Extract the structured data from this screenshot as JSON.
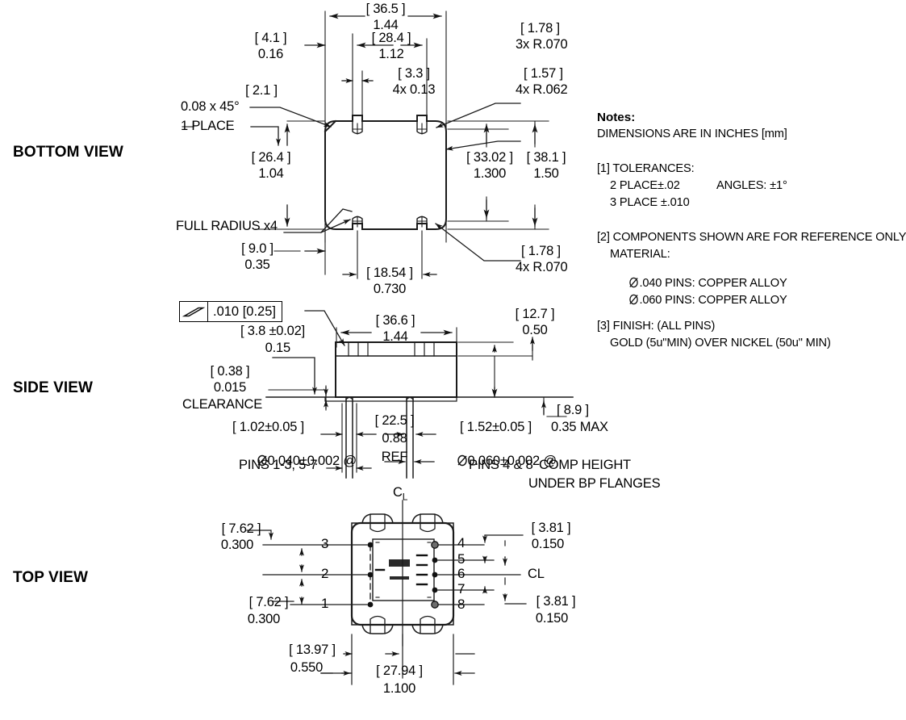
{
  "views": {
    "bottom_label": "BOTTOM VIEW",
    "side_label": "SIDE VIEW",
    "top_label": "TOP VIEW"
  },
  "notes": {
    "header": "Notes:",
    "units": "DIMENSIONS ARE IN INCHES [mm]",
    "n1_title": "[1] TOLERANCES:",
    "n1_a": "2 PLACE±.02",
    "n1_b": "ANGLES: ±1°",
    "n1_c": "3 PLACE ±.010",
    "n2_title": "[2] COMPONENTS SHOWN ARE FOR REFERENCE ONLY",
    "n2_a": "MATERIAL:",
    "n2_b": ".040 PINS: COPPER ALLOY",
    "n2_c": ".060 PINS: COPPER ALLOY",
    "n3_title": "[3] FINISH: (ALL PINS)",
    "n3_a": "GOLD (5u\"MIN) OVER NICKEL (50u\" MIN)"
  },
  "bottom_view": {
    "d_width_mm": "[ 36.5 ]",
    "d_width_in": "1.44",
    "d_inner_mm": "[ 28.4 ]",
    "d_inner_in": "1.12",
    "d_edge_mm": "[ 4.1 ]",
    "d_edge_in": "0.16",
    "d_slot_mm": "[ 3.3 ]",
    "d_slot_in": "4x 0.13",
    "d_cham_mm": "[ 2.1 ]",
    "d_cham_in": "0.08 x 45°",
    "d_cham_note": "1 PLACE",
    "d_r070_mm": "[ 1.78 ]",
    "d_r070_in": "3x R.070",
    "d_r062_mm": "[ 1.57 ]",
    "d_r062_in": "4x R.062",
    "d_h264_mm": "[ 26.4 ]",
    "d_h264_in": "1.04",
    "d_h3302_mm": "[ 33.02 ]",
    "d_h3302_in": "1.300",
    "d_h381_mm": "[ 38.1 ]",
    "d_h381_in": "1.50",
    "d_fullradius": "FULL RADIUS x4",
    "d_90_mm": "[ 9.0 ]",
    "d_90_in": "0.35",
    "d_1854_mm": "[ 18.54 ]",
    "d_1854_in": "0.730",
    "d_r070b_mm": "[ 1.78 ]",
    "d_r070b_in": "4x R.070"
  },
  "side_view": {
    "gdt_symbol": "parallelism-symbol",
    "gdt_value": ".010 [0.25]",
    "d_38_mm": "[ 3.8 ±0.02]",
    "d_38_in": "0.15",
    "d_038_mm": "[ 0.38 ]",
    "d_038_in": "0.015",
    "d_038_note": "CLEARANCE",
    "d_366_mm": "[ 36.6 ]",
    "d_366_in": "1.44",
    "d_127_mm": "[ 12.7 ]",
    "d_127_in": "0.50",
    "d_102_mm": "[ 1.02±0.05 ]",
    "d_102_dia": "0.040±0.002 @",
    "d_102_note": "PINS 1-3, 5-7",
    "d_225_mm": "[ 22.5 ]",
    "d_225_in": "0.88",
    "d_225_ref": "REF",
    "d_152_mm": "[ 1.52±0.05 ]",
    "d_152_dia": "0.060±0.002 @",
    "d_152_note": "PINS 4 & 8",
    "d_89_mm": "[ 8.9 ]",
    "d_89_in": "0.35 MAX",
    "d_comp_a": "COMP HEIGHT",
    "d_comp_b": "UNDER BP FLANGES"
  },
  "top_view": {
    "cl_top": "C",
    "cl_top_sub": "L",
    "cl_right": "CL",
    "d_762a_mm": "[ 7.62 ]",
    "d_762a_in": "0.300",
    "d_762b_mm": "[ 7.62 ]",
    "d_762b_in": "0.300",
    "d_381a_mm": "[ 3.81 ]",
    "d_381a_in": "0.150",
    "d_381b_mm": "[ 3.81 ]",
    "d_381b_in": "0.150",
    "d_1397_mm": "[ 13.97 ]",
    "d_1397_in": "0.550",
    "d_2794_mm": "[ 27.94 ]",
    "d_2794_in": "1.100",
    "pins_left": [
      "3",
      "2",
      "1"
    ],
    "pins_right": [
      "4",
      "5",
      "6",
      "7",
      "8"
    ]
  },
  "colors": {
    "line": "#1a1a1a",
    "text": "#000000",
    "background": "#ffffff"
  }
}
